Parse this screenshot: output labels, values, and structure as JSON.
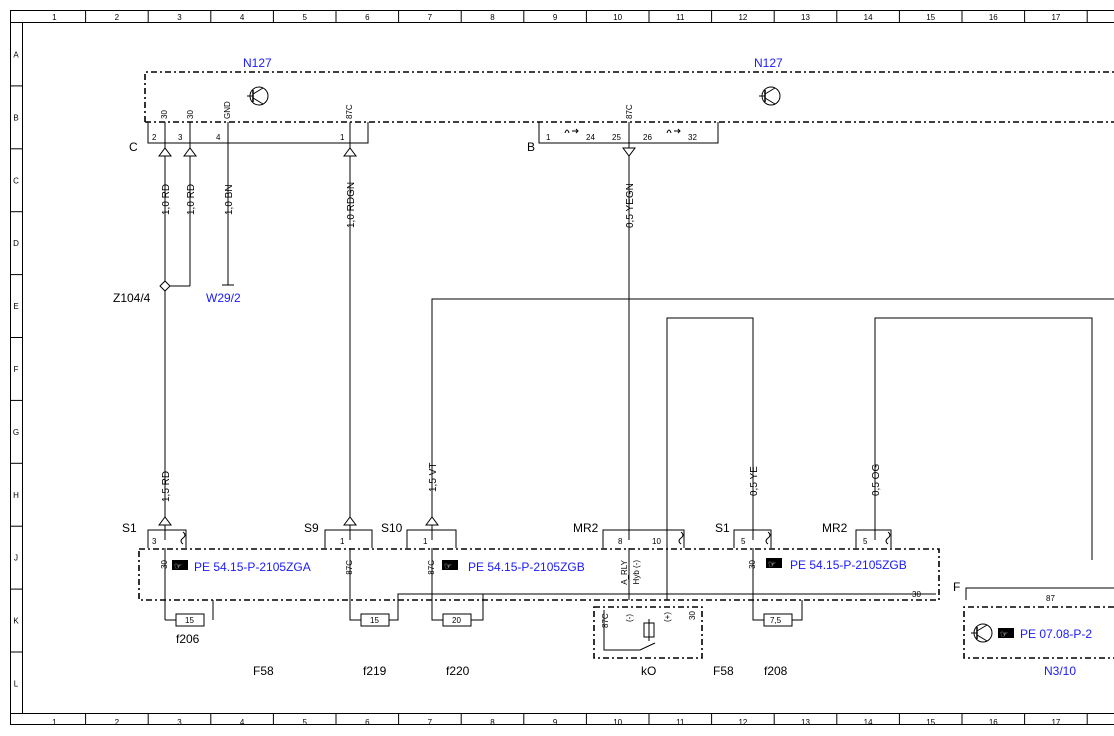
{
  "grid": {
    "columns": [
      "1",
      "2",
      "3",
      "4",
      "5",
      "6",
      "7",
      "8",
      "9",
      "10",
      "11",
      "12",
      "13",
      "14",
      "15",
      "16",
      "17"
    ],
    "rows": [
      "A",
      "B",
      "C",
      "D",
      "E",
      "F",
      "G",
      "H",
      "J",
      "K",
      "L"
    ]
  },
  "components": {
    "n127_left": "N127",
    "n127_right": "N127",
    "connector_c": "C",
    "connector_b": "B",
    "connector_f": "F",
    "z104": "Z104/4",
    "w29": "W29/2",
    "n3": "N3/10",
    "relay": "kO",
    "fuse_block_left": "F58",
    "fuse_block_right": "F58",
    "f206": "f206",
    "f219": "f219",
    "f220": "f220",
    "f208": "f208"
  },
  "pins_top": {
    "c_2_label": "30",
    "c_2_num": "2",
    "c_3_label": "30",
    "c_3_num": "3",
    "c_4_label": "GND",
    "c_4_num": "4",
    "c_1_label": "87C",
    "c_1_num": "1",
    "b_1_num": "1",
    "b_24_num": "24",
    "b_25_label": "87C",
    "b_25_num": "25",
    "b_26_num": "26",
    "b_32_num": "32"
  },
  "wires_top": {
    "w1": "1,0 RD",
    "w2": "1,0 RD",
    "w3": "1,0 BN",
    "w4": "1,0 RDGN",
    "w5": "0,5 YEGN"
  },
  "wires_bottom": {
    "w1": "1,5 RD",
    "w2": "1,5 VT",
    "w3": "0,5 YE",
    "w4": "0,5 OG"
  },
  "connectors_bottom": {
    "s1a": "S1",
    "s1a_pin": "3",
    "s9": "S9",
    "s9_pin": "1",
    "s10": "S10",
    "s10_pin": "1",
    "mr2a": "MR2",
    "mr2a_pin1": "8",
    "mr2a_pin2": "10",
    "s1b": "S1",
    "s1b_pin": "5",
    "mr2b": "MR2",
    "mr2b_pin": "5"
  },
  "refs": {
    "ref1": "PE 54.15-P-2105ZGA",
    "ref2": "PE 54.15-P-2105ZGB",
    "ref3": "PE 54.15-P-2105ZGB",
    "ref4": "PE 07.08-P-2"
  },
  "fuses": {
    "f206": "15",
    "f219": "15",
    "f220": "20",
    "f208": "7,5"
  },
  "inner_pins": {
    "p1": "30",
    "p2": "87C",
    "p3": "87C",
    "p4": "A_RLY",
    "p5": "Hyb (-)",
    "p6": "30",
    "p7": "87C",
    "p8": "(-)",
    "p9": "(+)",
    "p10": "30",
    "bus": "30",
    "n3_pin": "87"
  },
  "colors": {
    "reference": "#1a1aff",
    "line": "#000000"
  }
}
